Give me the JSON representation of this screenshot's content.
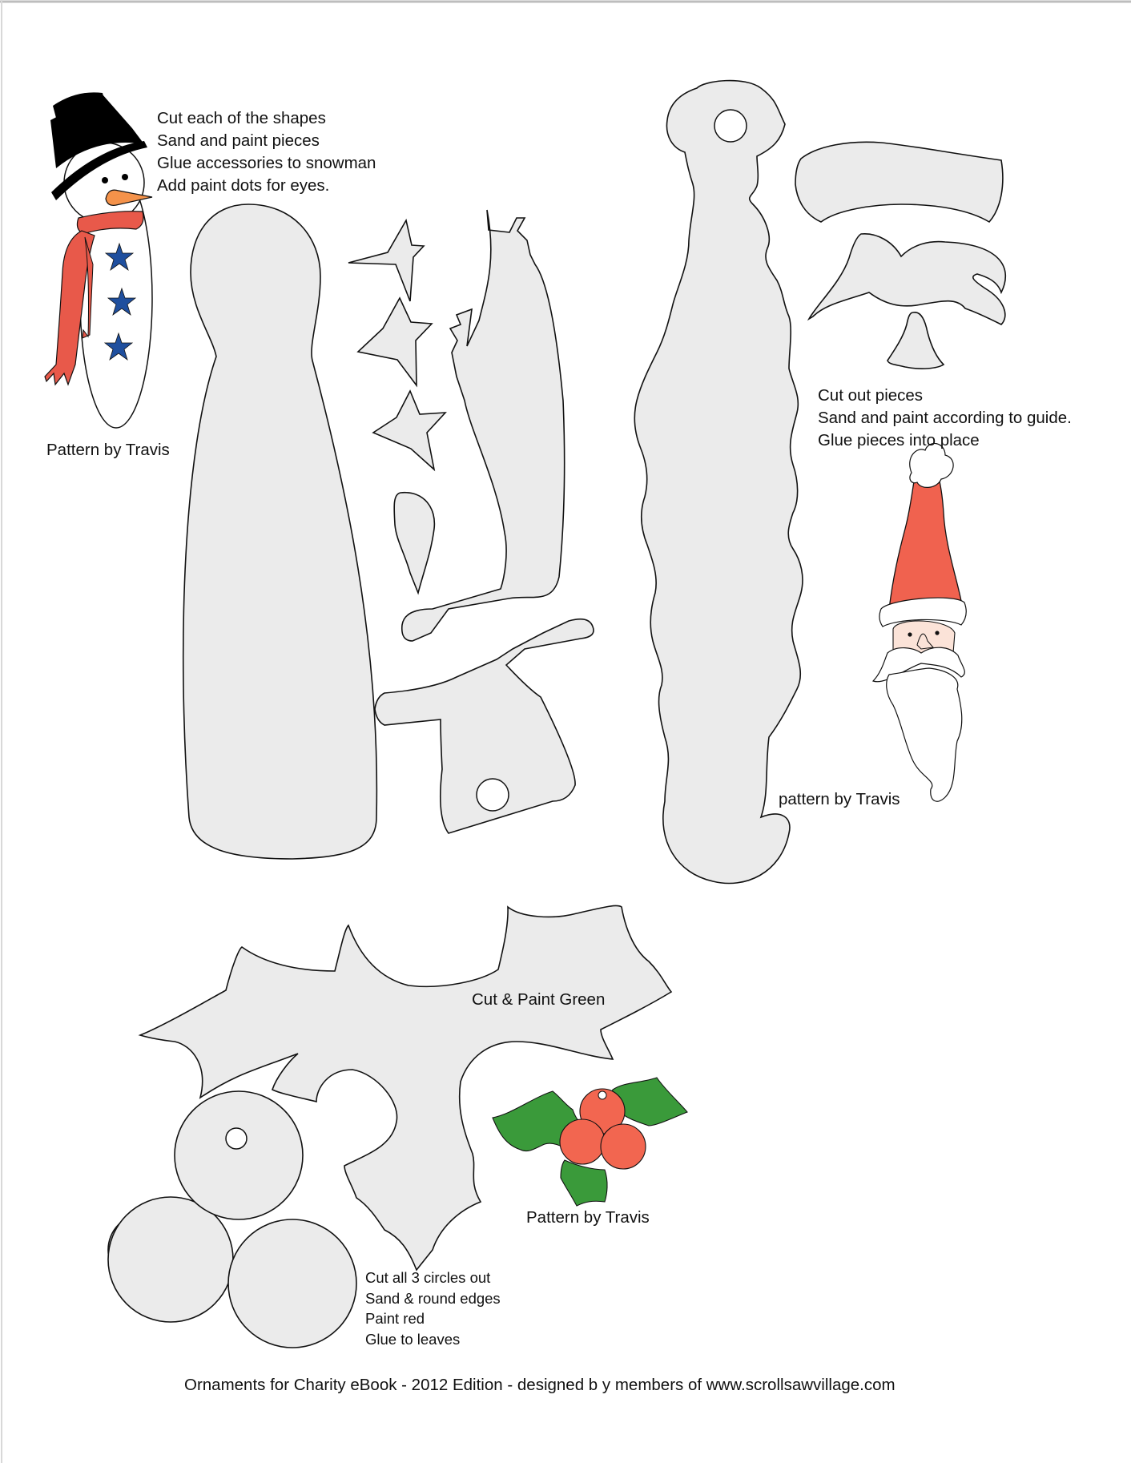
{
  "snowman": {
    "instructions": [
      "Cut each of the shapes",
      "Sand and paint pieces",
      "Glue  accessories to snowman",
      "Add paint dots for eyes."
    ],
    "credit": "Pattern by Travis"
  },
  "santa": {
    "instructions": [
      "Cut out pieces",
      "Sand and paint according to guide.",
      "Glue pieces into place"
    ],
    "credit": "pattern by Travis"
  },
  "holly": {
    "leaf_label": "Cut & Paint Green",
    "credit": "Pattern by Travis",
    "berry_instructions": [
      "Cut all 3 circles out",
      "Sand & round edges",
      "Paint red",
      "Glue to leaves"
    ]
  },
  "footer": "Ornaments for Charity eBook - 2012 Edition - designed b y members of www.scrollsawvillage.com",
  "colors": {
    "piece_fill": "#ebebeb",
    "scarf_red": "#e8594a",
    "star_blue": "#1f4f9e",
    "nose_orange": "#f4924a",
    "santa_hat_red": "#f0624f",
    "holly_green": "#3a9a3a",
    "berry_red": "#f26650"
  }
}
